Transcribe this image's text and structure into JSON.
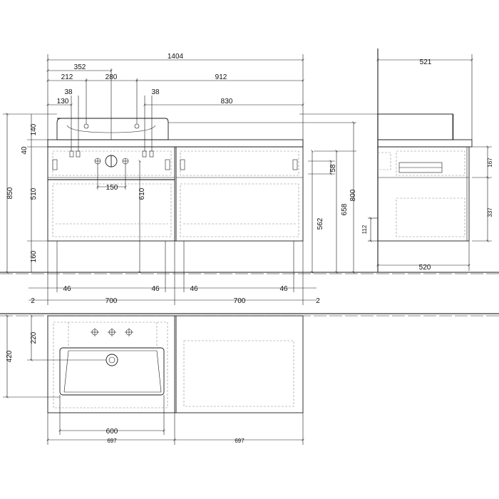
{
  "front_view": {
    "overall_width": "1404",
    "top_dims": [
      "352",
      "212",
      "280",
      "912",
      "38",
      "38",
      "130",
      "830"
    ],
    "left_dims": [
      "140",
      "40",
      "510",
      "160",
      "850"
    ],
    "right_dims": [
      "58",
      "562",
      "658",
      "800",
      "610"
    ],
    "drawer_dims": [
      "150"
    ],
    "bottom_row": [
      "2",
      "46",
      "700",
      "46",
      "46",
      "700",
      "46",
      "2"
    ]
  },
  "side_view": {
    "depth_top": "521",
    "depth_bottom": "520",
    "right_dims": [
      "167",
      "337"
    ],
    "left_dims": [
      "112"
    ]
  },
  "plan_view": {
    "left_dims": [
      "420",
      "220"
    ],
    "bottom_dims": [
      "600",
      "697",
      "697"
    ]
  }
}
